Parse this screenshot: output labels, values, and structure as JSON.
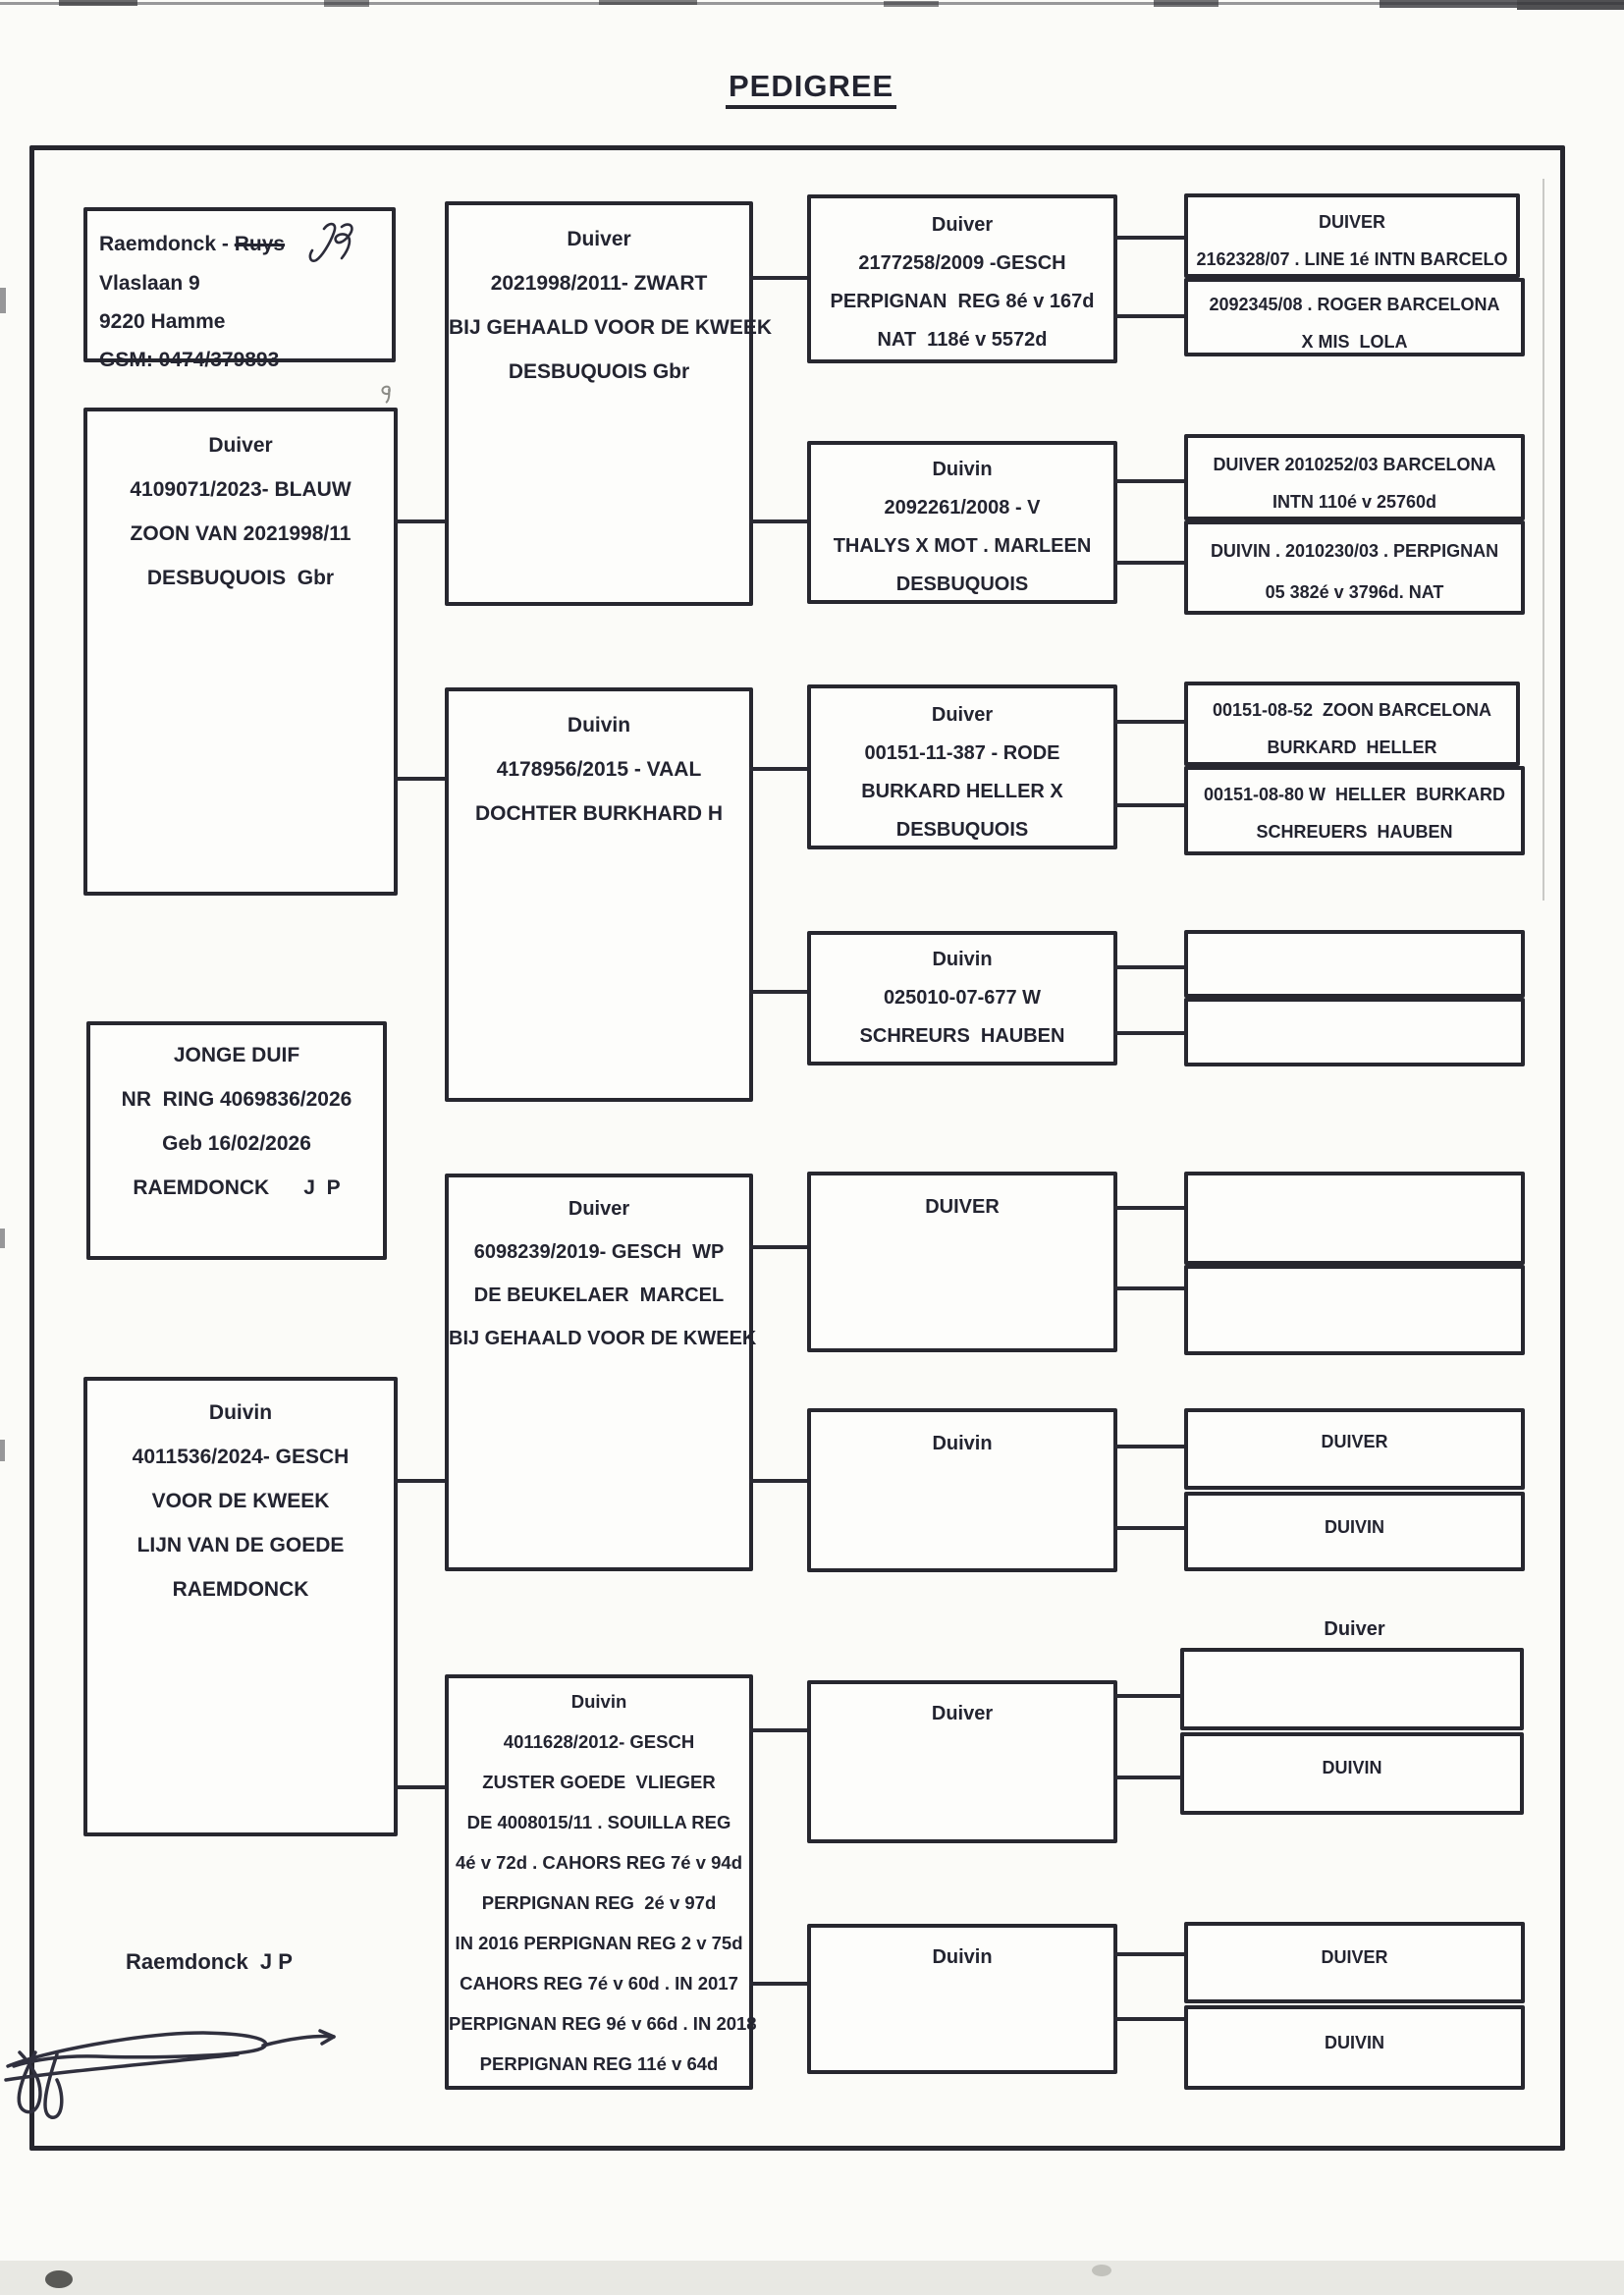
{
  "title": "PEDIGREE",
  "owner": {
    "name_prefix": "Raemdonck -",
    "name_struck": "Ruys",
    "street": "Vlaslaan 9",
    "city": "9220 Hamme",
    "gsm": "GSM: 0474/379893"
  },
  "young_bird": {
    "lines": [
      "JONGE DUIF",
      "NR  RING 4069836/2026",
      "Geb 16/02/2026",
      "RAEMDONCK      J  P"
    ]
  },
  "generation1": {
    "sire": {
      "lines": [
        "Duiver",
        "4109071/2023- BLAUW",
        "ZOON VAN 2021998/11",
        "DESBUQUOIS  Gbr"
      ]
    },
    "dam": {
      "lines": [
        "Duivin",
        "4011536/2024- GESCH",
        "VOOR DE KWEEK",
        "LIJN VAN DE GOEDE",
        "RAEMDONCK"
      ]
    }
  },
  "generation2": {
    "sire_sire": {
      "lines": [
        "Duiver",
        "2021998/2011- ZWART",
        "BIJ GEHAALD VOOR DE KWEEK",
        "DESBUQUOIS Gbr"
      ]
    },
    "sire_dam": {
      "lines": [
        "Duivin",
        "4178956/2015 - VAAL",
        "DOCHTER BURKHARD H"
      ]
    },
    "dam_sire": {
      "lines": [
        "Duiver",
        "6098239/2019- GESCH  WP",
        "DE BEUKELAER  MARCEL",
        "BIJ GEHAALD VOOR DE KWEEK"
      ]
    },
    "dam_dam": {
      "lines": [
        "Duivin",
        "4011628/2012- GESCH",
        "ZUSTER GOEDE  VLIEGER",
        "DE 4008015/11 . SOUILLA REG",
        "4é v 72d . CAHORS REG 7é v 94d",
        "PERPIGNAN REG  2é v 97d",
        "IN 2016 PERPIGNAN REG 2 v 75d",
        "CAHORS REG 7é v 60d . IN 2017",
        "PERPIGNAN REG 9é v 66d . IN 2018",
        "PERPIGNAN REG 11é v 64d"
      ]
    }
  },
  "generation3": {
    "box1": {
      "lines": [
        "Duiver",
        "2177258/2009 -GESCH",
        "PERPIGNAN  REG 8é v 167d",
        "NAT  118é v 5572d"
      ]
    },
    "box2": {
      "lines": [
        "Duivin",
        "2092261/2008 - V",
        "THALYS X MOT . MARLEEN",
        "DESBUQUOIS"
      ]
    },
    "box3": {
      "lines": [
        "Duiver",
        "00151-11-387 - RODE",
        "BURKARD HELLER X",
        "DESBUQUOIS"
      ]
    },
    "box4": {
      "lines": [
        "Duivin",
        "025010-07-677 W",
        "SCHREURS  HAUBEN"
      ]
    },
    "box5": {
      "lines": [
        "DUIVER"
      ]
    },
    "box6": {
      "lines": [
        "Duivin"
      ]
    },
    "box7": {
      "lines": [
        "Duiver"
      ]
    },
    "box8": {
      "lines": [
        "Duivin"
      ]
    }
  },
  "generation4": {
    "box1": {
      "lines": [
        "DUIVER",
        "2162328/07 . LINE 1é INTN BARCELO"
      ]
    },
    "box2": {
      "lines": [
        "2092345/08 . ROGER BARCELONA",
        "X MIS  LOLA"
      ]
    },
    "box3": {
      "lines": [
        "DUIVER 2010252/03 BARCELONA",
        "INTN 110é v 25760d"
      ]
    },
    "box4": {
      "lines": [
        "DUIVIN . 2010230/03 . PERPIGNAN",
        "05 382é v 3796d. NAT"
      ]
    },
    "box5": {
      "lines": [
        "00151-08-52  ZOON BARCELONA",
        "BURKARD  HELLER"
      ]
    },
    "box6": {
      "lines": [
        "00151-08-80 W  HELLER  BURKARD",
        "SCHREUERS  HAUBEN"
      ]
    },
    "box7": {
      "lines": []
    },
    "box8": {
      "lines": []
    },
    "box9": {
      "lines": []
    },
    "box10": {
      "lines": []
    },
    "box11": {
      "lines": [
        "DUIVER"
      ]
    },
    "box12": {
      "lines": [
        "DUIVIN"
      ]
    },
    "box13_label": "Duiver",
    "box13": {
      "lines": []
    },
    "box14": {
      "lines": [
        "DUIVIN"
      ]
    },
    "box15": {
      "lines": [
        "DUIVER"
      ]
    },
    "box16": {
      "lines": [
        "DUIVIN"
      ]
    }
  },
  "footer": {
    "signed_name": "Raemdonck  J P"
  },
  "colors": {
    "ink": "#232430",
    "border": "#27272f"
  }
}
